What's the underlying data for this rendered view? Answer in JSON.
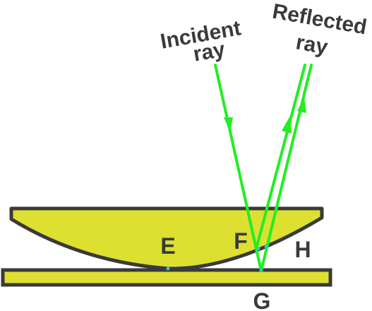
{
  "labels": {
    "incident_line1": "Incident",
    "incident_line2": "ray",
    "reflected_line1": "Reflected",
    "reflected_line2": "ray",
    "point_e": "E",
    "point_f": "F",
    "point_g": "G",
    "point_h": "H"
  },
  "colors": {
    "glass_fill": "#dde030",
    "outline": "#3a3a3a",
    "ray": "#22ee22",
    "contact_dot": "#22cccc",
    "text": "#3a3a3a",
    "background": "#ffffff"
  }
}
